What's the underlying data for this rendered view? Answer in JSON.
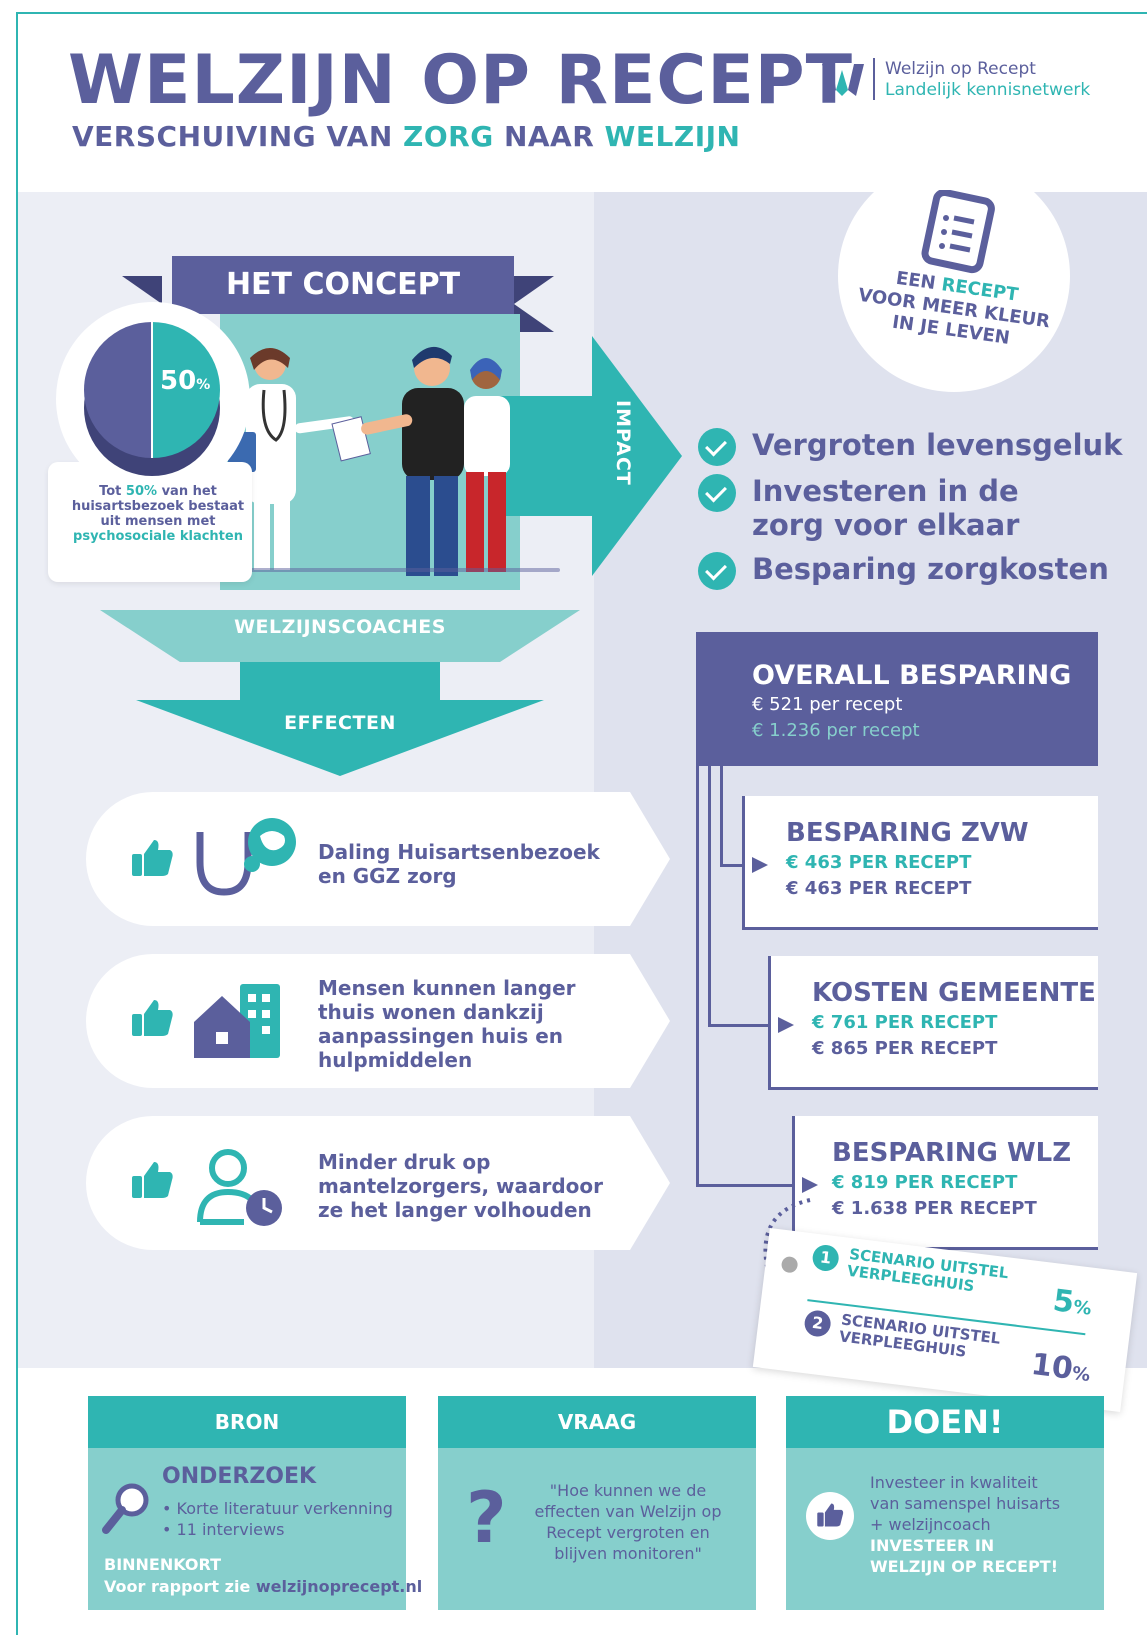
{
  "header": {
    "title": "WELZIJN OP RECEPT",
    "subtitle_part1": "VERSCHUIVING VAN",
    "subtitle_zorg": "ZORG",
    "subtitle_part2": "NAAR",
    "subtitle_welzijn": "WELZIJN",
    "logo_line1": "Welzijn op Recept",
    "logo_line2": "Landelijk kennisnetwerk"
  },
  "concept": {
    "banner": "HET CONCEPT",
    "pie_value": "50",
    "pie_unit": "%",
    "pie_percent": 50,
    "pie_text_1": "Tot",
    "pie_text_pct": "50%",
    "pie_text_2": "van het huisartsbezoek bestaat uit mensen met",
    "pie_text_pt": "psychosociale klachten",
    "coaches_label": "WELZIJNSCOACHES",
    "effects_label": "EFFECTEN",
    "impact_label": "IMPACT"
  },
  "badge": {
    "line1_a": "EEN",
    "line1_b": "RECEPT",
    "line2": "VOOR MEER KLEUR",
    "line3": "IN JE LEVEN"
  },
  "impact": {
    "items": [
      "Vergroten levensgeluk",
      "Investeren in de zorg voor elkaar",
      "Besparing zorgkosten"
    ],
    "item2_line1": "Investeren in de",
    "item2_line2": "zorg voor elkaar"
  },
  "effects": [
    {
      "line1": "Daling Huisartsenbezoek",
      "line2": "en GGZ zorg",
      "line3": "",
      "line4": ""
    },
    {
      "line1": "Mensen kunnen langer",
      "line2": "thuis wonen dankzij",
      "line3": "aanpassingen huis en",
      "line4": "hulpmiddelen"
    },
    {
      "line1": "Minder druk op",
      "line2": "mantelzorgers, waardoor",
      "line3": "ze het langer volhouden",
      "line4": ""
    }
  ],
  "savings": {
    "overall_title": "OVERALL BESPARING",
    "overall_v1": "€ 521 per recept",
    "overall_v2": "€ 1.236 per recept",
    "zvw_title": "BESPARING ZVW",
    "zvw_v1": "€ 463 PER RECEPT",
    "zvw_v2": "€ 463 PER RECEPT",
    "gemeente_title": "KOSTEN GEMEENTE",
    "gemeente_v1": "€ 761 PER RECEPT",
    "gemeente_v2": "€ 865 PER RECEPT",
    "wlz_title": "BESPARING WLZ",
    "wlz_v1": "€ 819 PER RECEPT",
    "wlz_v2": "€ 1.638 PER RECEPT"
  },
  "scenario": {
    "s1_num": "1",
    "s1_line1": "SCENARIO UITSTEL",
    "s1_line2": "VERPLEEGHUIS",
    "s1_value": "5",
    "s2_num": "2",
    "s2_line1": "SCENARIO UITSTEL",
    "s2_line2": "VERPLEEGHUIS",
    "s2_value": "10",
    "unit": "%"
  },
  "footer": {
    "bron_head": "BRON",
    "bron_title": "ONDERZOEK",
    "bron_b1": "Korte literatuur verkenning",
    "bron_b2": "11 interviews",
    "bron_soon": "BINNENKORT",
    "bron_report": "Voor rapport zie",
    "bron_link": "welzijnoprecept.nl",
    "vraag_head": "VRAAG",
    "vraag_l1": "\"Hoe kunnen we de",
    "vraag_l2": "effecten van Welzijn op",
    "vraag_l3": "Recept vergroten en",
    "vraag_l4": "blijven monitoren\"",
    "doen_head": "DOEN!",
    "doen_l1": "Investeer in kwaliteit",
    "doen_l2": "van samenspel huisarts",
    "doen_l3": "+ welzijncoach",
    "doen_l4": "INVESTEER IN",
    "doen_l5": "WELZIJN OP RECEPT!"
  },
  "colors": {
    "purple": "#5b5f9c",
    "teal": "#2fb5b2",
    "light_teal": "#86cfcc",
    "bg_left": "#eceef5",
    "bg_right": "#dfe2ee"
  }
}
